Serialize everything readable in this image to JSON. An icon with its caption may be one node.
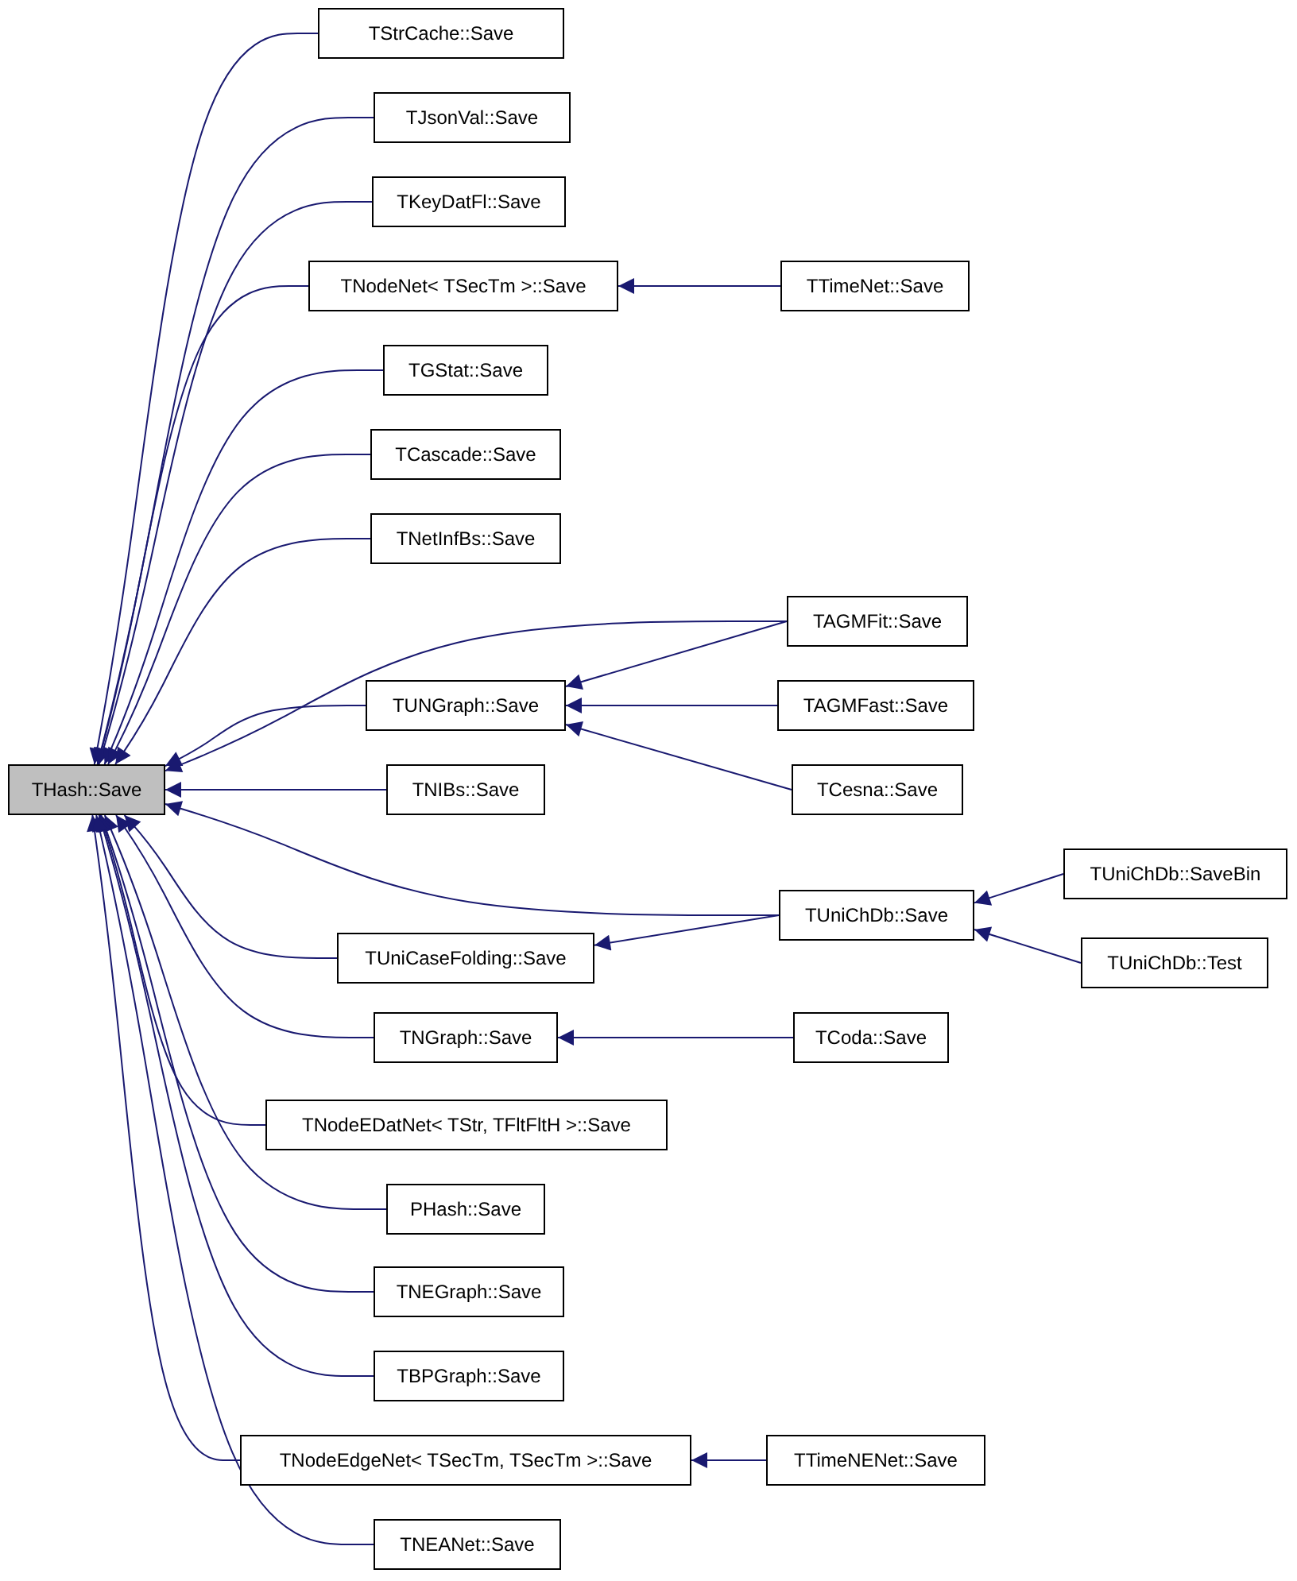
{
  "diagram": {
    "nodes": [
      {
        "text": [
          "THash::Save"
        ]
      },
      {
        "text": [
          "TStrCache::Save"
        ]
      },
      {
        "text": [
          "TJsonVal::Save"
        ]
      },
      {
        "text": [
          "TKeyDatFl::Save"
        ]
      },
      {
        "text": [
          "TNodeNet< TSecTm >::Save"
        ]
      },
      {
        "text": [
          "TTimeNet::Save"
        ]
      },
      {
        "text": [
          "TGStat::Save"
        ]
      },
      {
        "text": [
          "TCascade::Save"
        ]
      },
      {
        "text": [
          "TNetInfBs::Save"
        ]
      },
      {
        "text": [
          "TAGMFit::Save"
        ]
      },
      {
        "text": [
          "TUNGraph::Save"
        ]
      },
      {
        "text": [
          "TAGMFast::Save"
        ]
      },
      {
        "text": [
          "TCesna::Save"
        ]
      },
      {
        "text": [
          "TNIBs::Save"
        ]
      },
      {
        "text": [
          "TUniChDb::Save"
        ]
      },
      {
        "text": [
          "TUniChDb::SaveBin"
        ]
      },
      {
        "text": [
          "TUniChDb::Test"
        ]
      },
      {
        "text": [
          "TUniCaseFolding::Save"
        ]
      },
      {
        "text": [
          "TNGraph::Save"
        ]
      },
      {
        "text": [
          "TCoda::Save"
        ]
      },
      {
        "text": [
          "TNodeEDatNet< TStr, TFltFltH >::Save"
        ]
      },
      {
        "text": [
          "PHash::Save"
        ]
      },
      {
        "text": [
          "TNEGraph::Save"
        ]
      },
      {
        "text": [
          "TBPGraph::Save"
        ]
      },
      {
        "text": [
          "TNodeEdgeNet< TSecTm, TSecTm >::Save"
        ]
      },
      {
        "text": [
          "TTimeNENet::Save"
        ]
      },
      {
        "text": [
          "TNEANet::Save"
        ]
      }
    ],
    "edges": [
      {
        "from": 1,
        "to": 0,
        "arrow": "to"
      },
      {
        "from": 2,
        "to": 0,
        "arrow": "to"
      },
      {
        "from": 3,
        "to": 0,
        "arrow": "to"
      },
      {
        "from": 4,
        "to": 0,
        "arrow": "to"
      },
      {
        "from": 5,
        "to": 4,
        "arrow": "to"
      },
      {
        "from": 6,
        "to": 0,
        "arrow": "to"
      },
      {
        "from": 7,
        "to": 0,
        "arrow": "to"
      },
      {
        "from": 8,
        "to": 0,
        "arrow": "to"
      },
      {
        "from": 9,
        "to": 0,
        "arrow": "to"
      },
      {
        "from": 10,
        "to": 0,
        "arrow": "to"
      },
      {
        "from": 9,
        "to": 10,
        "arrow": "to"
      },
      {
        "from": 11,
        "to": 10,
        "arrow": "to"
      },
      {
        "from": 12,
        "to": 10,
        "arrow": "to"
      },
      {
        "from": 13,
        "to": 0,
        "arrow": "to"
      },
      {
        "from": 14,
        "to": 0,
        "arrow": "to"
      },
      {
        "from": 15,
        "to": 14,
        "arrow": "to"
      },
      {
        "from": 16,
        "to": 14,
        "arrow": "to"
      },
      {
        "from": 17,
        "to": 0,
        "arrow": "to"
      },
      {
        "from": 14,
        "to": 17,
        "arrow": "to"
      },
      {
        "from": 18,
        "to": 0,
        "arrow": "to"
      },
      {
        "from": 19,
        "to": 18,
        "arrow": "to"
      },
      {
        "from": 20,
        "to": 0,
        "arrow": "to"
      },
      {
        "from": 21,
        "to": 0,
        "arrow": "to"
      },
      {
        "from": 22,
        "to": 0,
        "arrow": "to"
      },
      {
        "from": 23,
        "to": 0,
        "arrow": "to"
      },
      {
        "from": 24,
        "to": 0,
        "arrow": "to"
      },
      {
        "from": 25,
        "to": 24,
        "arrow": "to"
      },
      {
        "from": 26,
        "to": 0,
        "arrow": "to"
      }
    ]
  }
}
